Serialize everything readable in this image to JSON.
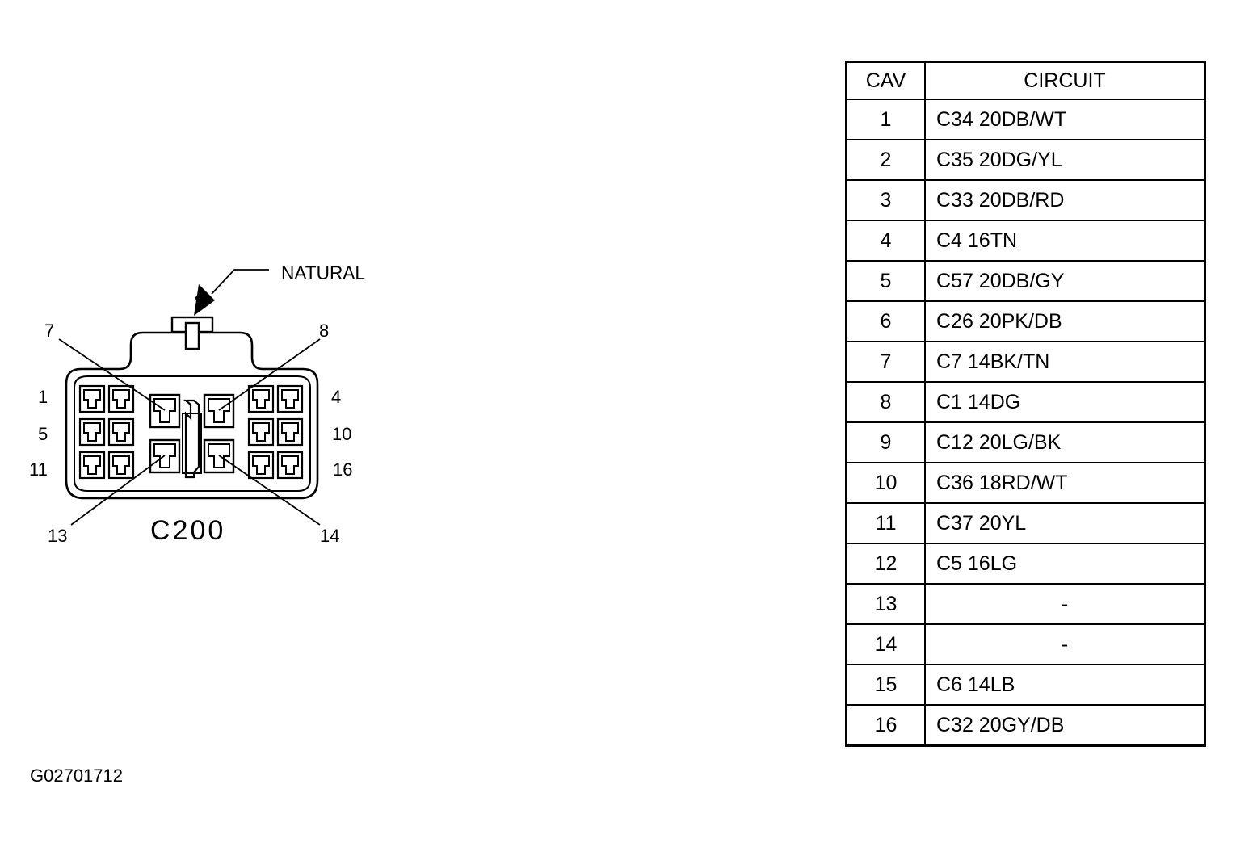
{
  "connector": {
    "name": "C200",
    "color_label": "NATURAL",
    "cavity_labels": [
      {
        "cav": "1"
      },
      {
        "cav": "4"
      },
      {
        "cav": "5"
      },
      {
        "cav": "7"
      },
      {
        "cav": "8"
      },
      {
        "cav": "10"
      },
      {
        "cav": "11"
      },
      {
        "cav": "13"
      },
      {
        "cav": "14"
      },
      {
        "cav": "16"
      }
    ]
  },
  "table": {
    "headers": {
      "cav": "CAV",
      "circuit": "CIRCUIT"
    },
    "rows": [
      {
        "cav": "1",
        "circuit": "C34 20DB/WT"
      },
      {
        "cav": "2",
        "circuit": "C35 20DG/YL"
      },
      {
        "cav": "3",
        "circuit": "C33 20DB/RD"
      },
      {
        "cav": "4",
        "circuit": "C4 16TN"
      },
      {
        "cav": "5",
        "circuit": "C57 20DB/GY"
      },
      {
        "cav": "6",
        "circuit": "C26 20PK/DB"
      },
      {
        "cav": "7",
        "circuit": "C7 14BK/TN"
      },
      {
        "cav": "8",
        "circuit": "C1 14DG"
      },
      {
        "cav": "9",
        "circuit": "C12 20LG/BK"
      },
      {
        "cav": "10",
        "circuit": "C36 18RD/WT"
      },
      {
        "cav": "11",
        "circuit": "C37 20YL"
      },
      {
        "cav": "12",
        "circuit": "C5 16LG"
      },
      {
        "cav": "13",
        "circuit": "-"
      },
      {
        "cav": "14",
        "circuit": "-"
      },
      {
        "cav": "15",
        "circuit": "C6 14LB"
      },
      {
        "cav": "16",
        "circuit": "C32 20GY/DB"
      }
    ]
  },
  "figure_code": "G02701712"
}
